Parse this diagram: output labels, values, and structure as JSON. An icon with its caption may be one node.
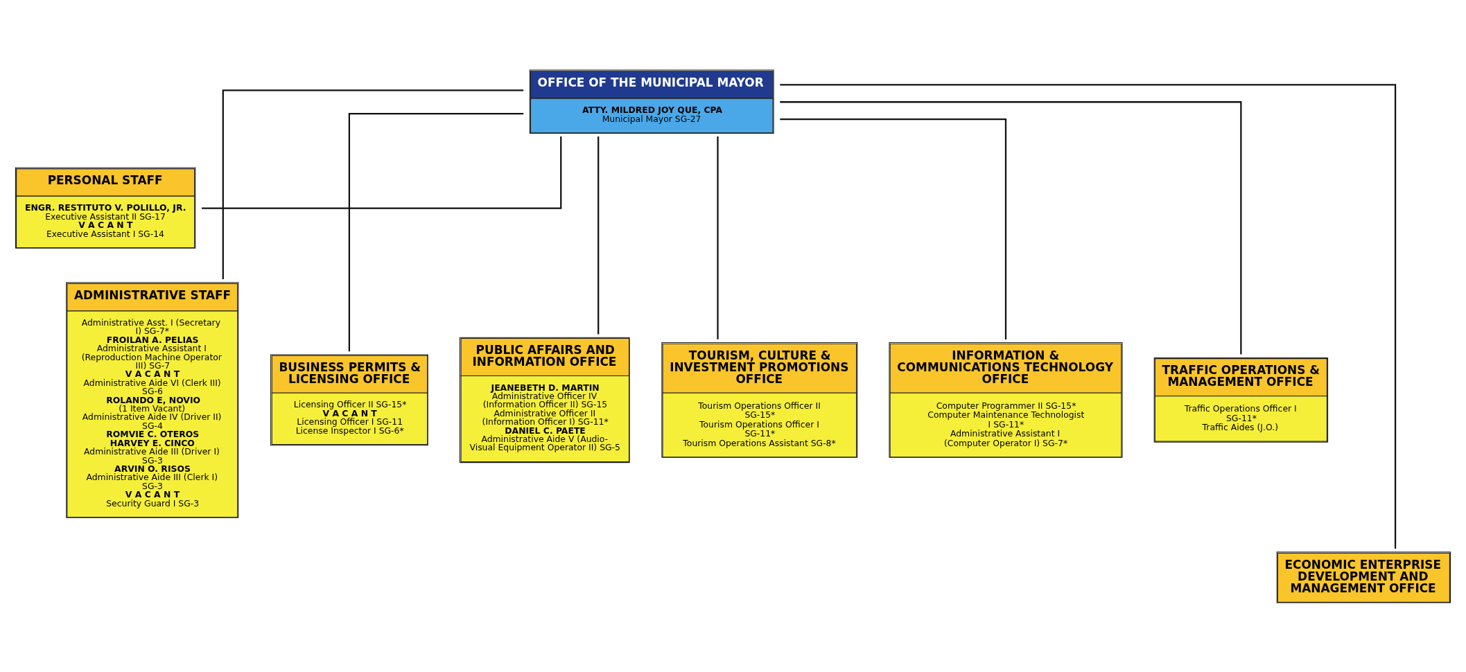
{
  "diagram": {
    "nodes": [
      {
        "text": [
          "OFFICE OF THE MUNICIPAL MAYOR",
          "ATTY. MILDRED JOY QUE, CPA",
          "Municipal Mayor SG-27"
        ]
      },
      {
        "text": [
          "PERSONAL STAFF",
          "ENGR. RESTITUTO V. POLILLO, JR.",
          "Executive Assistant II SG-17",
          "V A C A N T",
          "Executive Assistant I SG-14"
        ]
      },
      {
        "text": [
          "ADMINISTRATIVE STAFF",
          "Administrative Asst. I (Secretary I) SG-7*",
          "FROILAN A. PELIAS",
          "Administrative Assistant I (Reproduction Machine Operator III) SG-7",
          "V A C A N T",
          "Administrative Aide VI (Clerk III) SG-6",
          "ROLANDO E, NOVIO",
          "(1 Item Vacant)",
          "Administrative Aide IV (Driver II) SG-4",
          "ROMVIE C. OTEROS",
          "HARVEY E. CINCO",
          "Administrative Aide III (Driver I) SG-3",
          "ARVIN O. RISOS",
          "Administrative Aide III (Clerk I) SG-3",
          "V A C A N T",
          "Security Guard I SG-3"
        ]
      },
      {
        "text": [
          "BUSINESS PERMITS & LICENSING OFFICE",
          "Licensing Officer II SG-15*",
          "V A C A N T",
          "Licensing Officer I SG-11",
          "License Inspector I SG-6*"
        ]
      },
      {
        "text": [
          "PUBLIC AFFAIRS AND INFORMATION OFFICE",
          "JEANEBETH D. MARTIN",
          "Administrative Officer IV (Information Officer II) SG-15",
          "Administrative Officer II (Information Officer I) SG-11*",
          "DANIEL C. PAETE",
          "Administrative Aide V (Audio-Visual Equipment Operator II) SG-5"
        ]
      },
      {
        "text": [
          "TOURISM, CULTURE & INVESTMENT PROMOTIONS OFFICE",
          "Tourism Operations Officer II SG-15*",
          "Tourism Operations Officer I SG-11*",
          "Tourism Operations Assistant SG-8*"
        ]
      },
      {
        "text": [
          "INFORMATION & COMMUNICATIONS TECHNOLOGY OFFICE",
          "Computer Programmer II SG-15*",
          "Computer Maintenance Technologist I SG-11*",
          "Administrative Assistant I (Computer Operator I) SG-7*"
        ]
      },
      {
        "text": [
          "TRAFFIC OPERATIONS & MANAGEMENT OFFICE",
          "Traffic Operations Officer I SG-11*",
          "Traffic Aides (J.O.)"
        ]
      },
      {
        "text": [
          "ECONOMIC ENTERPRISE DEVELOPMENT AND MANAGEMENT OFFICE"
        ]
      }
    ],
    "edges": [
      {
        "from": 0,
        "to": 1,
        "arrow": "none"
      },
      {
        "from": 0,
        "to": 2,
        "arrow": "none"
      },
      {
        "from": 0,
        "to": 3,
        "arrow": "none"
      },
      {
        "from": 0,
        "to": 4,
        "arrow": "none"
      },
      {
        "from": 0,
        "to": 5,
        "arrow": "none"
      },
      {
        "from": 0,
        "to": 6,
        "arrow": "none"
      },
      {
        "from": 0,
        "to": 7,
        "arrow": "none"
      },
      {
        "from": 0,
        "to": 8,
        "arrow": "none"
      }
    ]
  }
}
